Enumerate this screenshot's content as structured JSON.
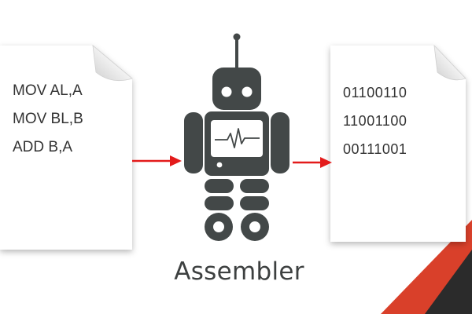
{
  "source_document": {
    "lines": [
      "MOV AL,A",
      "MOV BL,B",
      "ADD B,A"
    ]
  },
  "output_document": {
    "lines": [
      "01100110",
      "11001100",
      "00111001"
    ]
  },
  "assembler": {
    "label": "Assembler"
  },
  "colors": {
    "robot": "#434848",
    "robot_light": "#ffffff",
    "arrow": "#e31b1b",
    "text": "#333333",
    "page": "#ffffff",
    "page_edge": "#d8d8d8",
    "corner_accent": "#d9402a",
    "corner_dark": "#2b2b2b"
  },
  "icons": {
    "source": "document-icon",
    "output": "document-icon",
    "center": "robot-icon",
    "flow": "arrow-right-icon"
  }
}
